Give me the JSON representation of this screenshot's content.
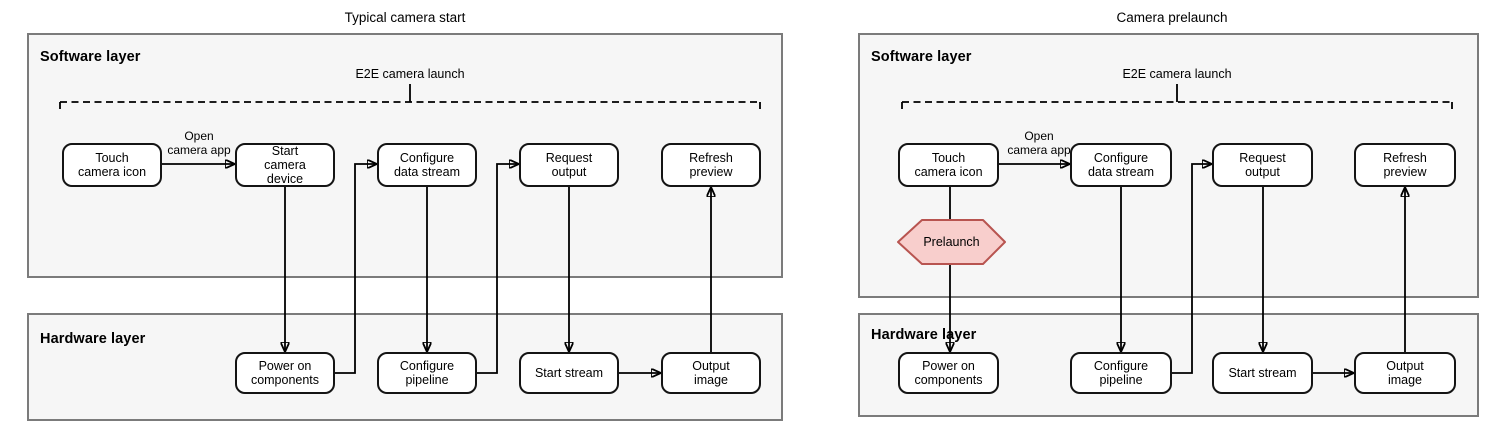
{
  "colors": {
    "panel_fill": "#f6f6f6",
    "panel_border": "#7b7b7b",
    "node_fill": "#ffffff",
    "node_border": "#141414",
    "connector": "#000000",
    "prelaunch_fill": "#f8cecc",
    "prelaunch_border": "#b85450"
  },
  "diagrams": [
    {
      "title": "Typical camera start",
      "software_layer_label": "Software layer",
      "hardware_layer_label": "Hardware layer",
      "bracket_label": "E2E camera launch",
      "edge_label": "Open\ncamera app",
      "software_nodes": [
        {
          "label": "Touch\ncamera icon"
        },
        {
          "label": "Start\ncamera\ndevice"
        },
        {
          "label": "Configure\ndata stream"
        },
        {
          "label": "Request\noutput"
        },
        {
          "label": "Refresh\npreview"
        }
      ],
      "hardware_nodes": [
        {
          "label": "Power on\ncomponents"
        },
        {
          "label": "Configure\npipeline"
        },
        {
          "label": "Start stream"
        },
        {
          "label": "Output\nimage"
        }
      ]
    },
    {
      "title": "Camera prelaunch",
      "software_layer_label": "Software layer",
      "hardware_layer_label": "Hardware layer",
      "bracket_label": "E2E camera launch",
      "edge_label": "Open\ncamera app",
      "prelaunch_label": "Prelaunch",
      "software_nodes": [
        {
          "label": "Touch\ncamera icon"
        },
        {
          "label": "Configure\ndata stream"
        },
        {
          "label": "Request\noutput"
        },
        {
          "label": "Refresh\npreview"
        }
      ],
      "hardware_nodes": [
        {
          "label": "Power on\ncomponents"
        },
        {
          "label": "Configure\npipeline"
        },
        {
          "label": "Start stream"
        },
        {
          "label": "Output\nimage"
        }
      ]
    }
  ]
}
